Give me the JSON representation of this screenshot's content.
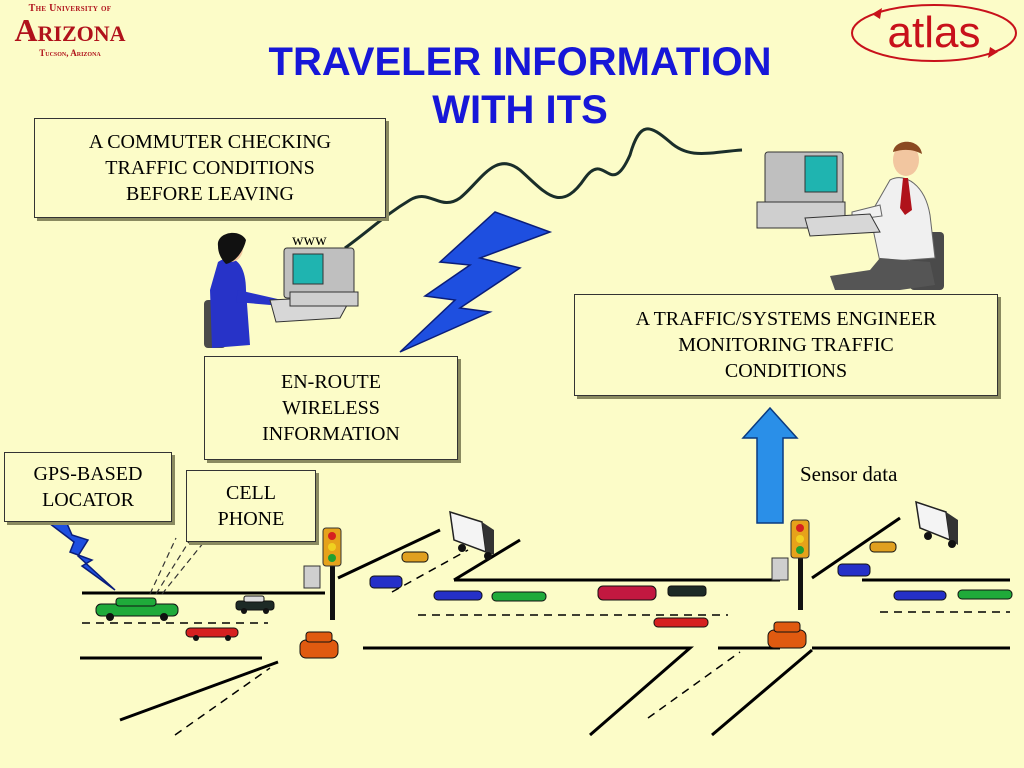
{
  "branding": {
    "university_line1": "The University of",
    "university_line2": "Arizona",
    "university_line3": "Tucson, Arizona",
    "atlas_logo": "atlas",
    "logo_color": "#c8111b"
  },
  "title": {
    "line1": "TRAVELER INFORMATION",
    "line2": "WITH ITS",
    "color": "#1717d8"
  },
  "boxes": {
    "commuter": [
      "A COMMUTER CHECKING",
      "TRAFFIC CONDITIONS",
      "BEFORE LEAVING"
    ],
    "engineer": [
      "A TRAFFIC/SYSTEMS ENGINEER",
      "MONITORING TRAFFIC",
      "CONDITIONS"
    ],
    "enroute": [
      "EN-ROUTE",
      "WIRELESS",
      "INFORMATION"
    ],
    "gps": [
      "GPS-BASED",
      "LOCATOR"
    ],
    "cell": [
      "CELL",
      "PHONE"
    ]
  },
  "labels": {
    "www": "www",
    "sensor": "Sensor data"
  },
  "colors": {
    "background": "#fcfcc8",
    "lightning": "#1e4fe0",
    "arrow": "#2a8fe8"
  }
}
